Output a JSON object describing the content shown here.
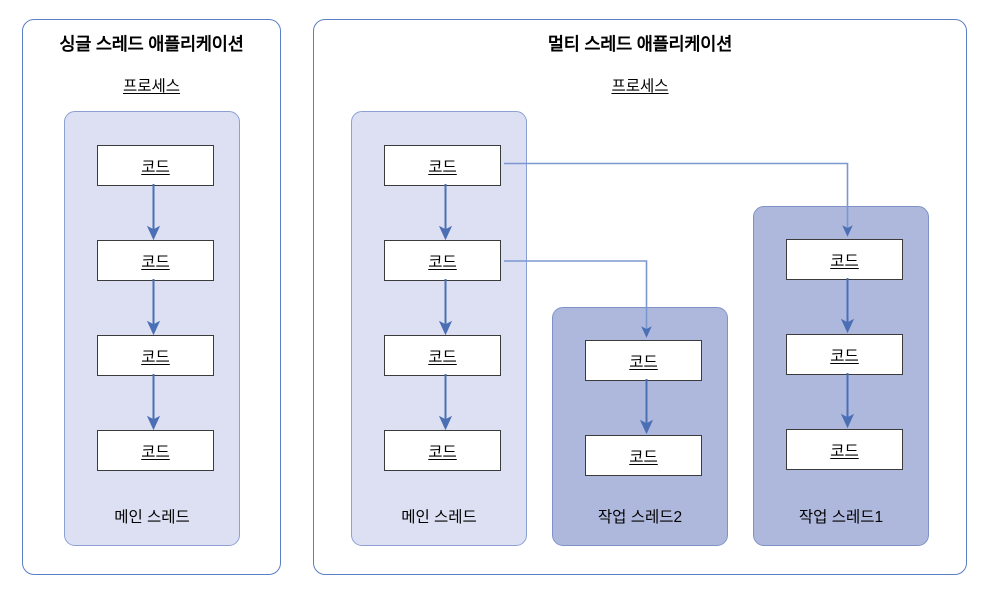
{
  "diagram": {
    "title_single": "싱글 스레드 애플리케이션",
    "title_multi": "멀티 스레드 애플리케이션",
    "process_label": "프로세스",
    "code_label": "코드",
    "labels": {
      "main_thread": "메인 스레드",
      "worker_thread_1": "작업 스레드1",
      "worker_thread_2": "작업 스레드2"
    },
    "colors": {
      "panel_border": "#5b7ec4",
      "main_thread_fill": "#dde0f2",
      "worker_thread_fill": "#aeb8dd",
      "thread_border": "#8096cd",
      "code_border": "#3b3b3b",
      "code_fill": "#ffffff",
      "arrow": "#4a6fb5"
    },
    "panels": [
      {
        "id": "single",
        "title": "싱글 스레드 애플리케이션",
        "process": "프로세스",
        "threads": [
          {
            "id": "single-main",
            "kind": "main",
            "label": "메인 스레드",
            "code_count": 4
          }
        ]
      },
      {
        "id": "multi",
        "title": "멀티 스레드 애플리케이션",
        "process": "프로세스",
        "threads": [
          {
            "id": "multi-main",
            "kind": "main",
            "label": "메인 스레드",
            "code_count": 4
          },
          {
            "id": "worker2",
            "kind": "worker",
            "label": "작업 스레드2",
            "code_count": 2
          },
          {
            "id": "worker1",
            "kind": "worker",
            "label": "작업 스레드1",
            "code_count": 3
          }
        ]
      }
    ],
    "spawn_connections": [
      {
        "from": "multi-main code 1",
        "to": "작업 스레드1 code 1"
      },
      {
        "from": "multi-main code 2",
        "to": "작업 스레드2 code 1"
      }
    ]
  }
}
